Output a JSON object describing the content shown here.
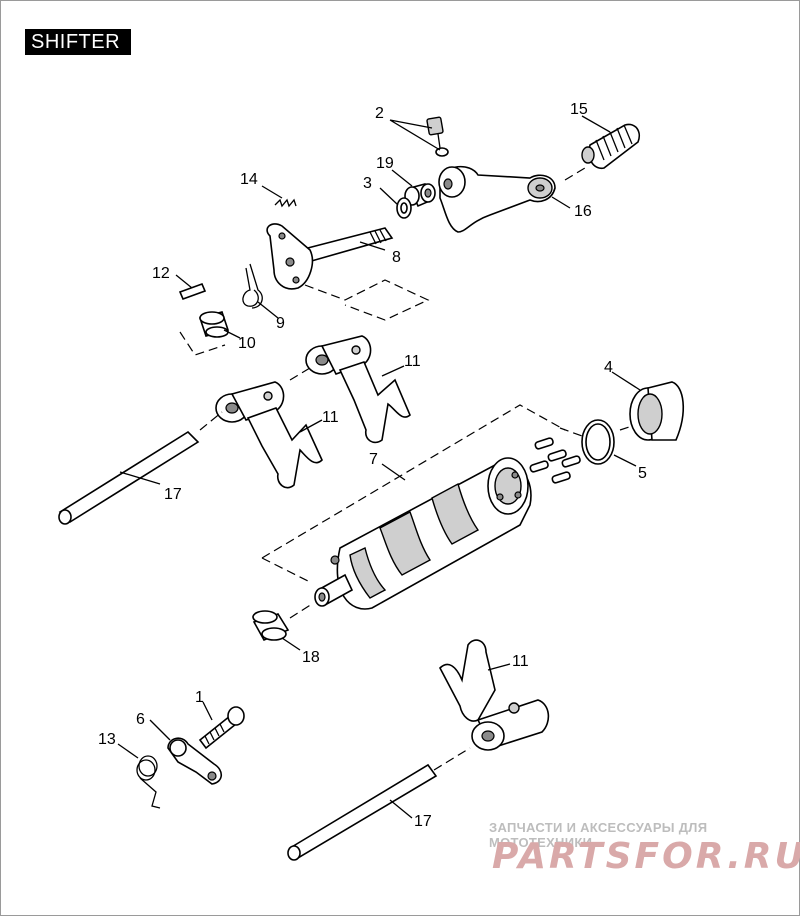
{
  "title": "SHIFTER",
  "callouts": [
    "1",
    "2",
    "3",
    "4",
    "5",
    "6",
    "7",
    "8",
    "9",
    "10",
    "11",
    "11",
    "11",
    "12",
    "13",
    "14",
    "15",
    "16",
    "17",
    "17",
    "18",
    "19"
  ],
  "watermark": {
    "tagline": "ЗАПЧАСТИ И АКСЕССУАРЫ ДЛЯ МОТОТЕХНИКИ",
    "brand": "PARTSFOR.RU"
  },
  "colors": {
    "ink": "#000000",
    "shade": "#cfcfcf",
    "watermark": "#d9a9a9"
  }
}
